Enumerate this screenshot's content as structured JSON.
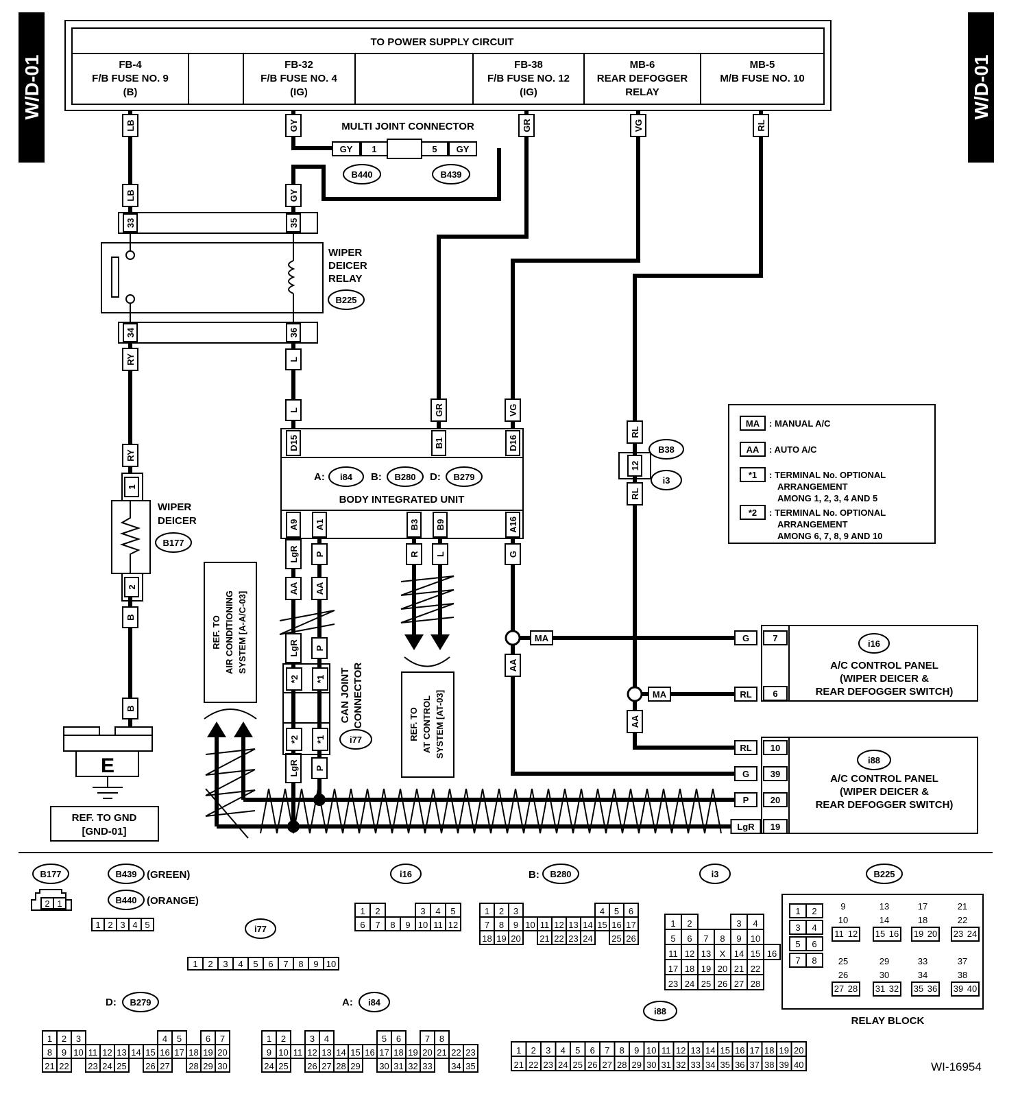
{
  "page_code": "W/D-01",
  "figure_id": "WI-16954",
  "power_supply": {
    "title": "TO POWER SUPPLY CIRCUIT",
    "fuses": [
      {
        "lines": [
          "FB-4",
          "F/B FUSE NO. 9",
          "(B)"
        ]
      },
      {
        "lines": [
          "FB-32",
          "F/B FUSE NO. 4",
          "(IG)"
        ]
      },
      {
        "lines": [
          "FB-38",
          "F/B FUSE NO. 12",
          "(IG)"
        ]
      },
      {
        "lines": [
          "MB-6",
          "REAR DEFOGGER",
          "RELAY"
        ]
      },
      {
        "lines": [
          "MB-5",
          "M/B FUSE NO. 10"
        ]
      }
    ]
  },
  "wire_labels": {
    "lb": "LB",
    "gy": "GY",
    "gr": "GR",
    "vg": "VG",
    "rl": "RL",
    "ry": "RY",
    "l": "L",
    "b": "B",
    "lgr": "LgR",
    "p": "P",
    "r": "R",
    "g": "G",
    "aa": "AA",
    "ma": "MA"
  },
  "terminals": {
    "t33": "33",
    "t35": "35",
    "t34": "34",
    "t36": "36",
    "d15": "D15",
    "b1": "B1",
    "d16": "D16",
    "a9": "A9",
    "a1": "A1",
    "b3": "B3",
    "b9": "B9",
    "a16": "A16",
    "p1": "1",
    "p2": "2",
    "p5": "5",
    "p12": "12",
    "star1": "*1",
    "star2": "*2",
    "i16_7": "7",
    "i16_6": "6",
    "i88_10": "10",
    "i88_39": "39",
    "i88_20": "20",
    "i88_19": "19"
  },
  "multi_joint": {
    "title": "MULTI JOINT CONNECTOR",
    "conn_a": "B440",
    "conn_b": "B439"
  },
  "wiper_relay": {
    "lines": [
      "WIPER",
      "DEICER",
      "RELAY"
    ],
    "connector": "B225"
  },
  "wiper_deicer": {
    "lines": [
      "WIPER",
      "DEICER"
    ],
    "connector": "B177"
  },
  "ground": {
    "symbol": "E",
    "ref_lines": [
      "REF. TO GND",
      "[GND-01]"
    ]
  },
  "body_unit": {
    "title": "BODY INTEGRATED UNIT",
    "prefix_a": "A:",
    "conn_a": "i84",
    "prefix_b": "B:",
    "conn_b": "B280",
    "prefix_d": "D:",
    "conn_d": "B279"
  },
  "inline_connector": {
    "conn_a": "B38",
    "conn_b": "i3"
  },
  "legend": [
    {
      "key": "MA",
      "text": [
        ": MANUAL  A/C"
      ]
    },
    {
      "key": "AA",
      "text": [
        ": AUTO A/C"
      ]
    },
    {
      "key": "*1",
      "text": [
        ": TERMINAL No. OPTIONAL",
        "ARRANGEMENT",
        "AMONG 1, 2, 3, 4 AND 5"
      ]
    },
    {
      "key": "*2",
      "text": [
        ": TERMINAL No. OPTIONAL",
        "ARRANGEMENT",
        "AMONG 6, 7, 8, 9 AND 10"
      ]
    }
  ],
  "ref_ac": [
    "REF. TO",
    "AIR CONDITIONING",
    "SYSTEM [A-A/C-03]"
  ],
  "ref_at": [
    "REF. TO",
    "AT CONTROL",
    "SYSTEM [AT-03]"
  ],
  "can_joint": {
    "lines": [
      "CAN JOINT",
      "CONNECTOR"
    ],
    "connector": "i77"
  },
  "panel_i16": {
    "connector": "i16",
    "lines": [
      "A/C CONTROL PANEL",
      "(WIPER DEICER &",
      "REAR DEFOGGER SWITCH)"
    ]
  },
  "panel_i88": {
    "connector": "i88",
    "lines": [
      "A/C CONTROL PANEL",
      "(WIPER DEICER &",
      "REAR DEFOGGER SWITCH)"
    ]
  },
  "connector_views": {
    "b177": {
      "label": "B177",
      "pins": [
        "2",
        "1"
      ]
    },
    "b439": {
      "label": "B439",
      "color": "(GREEN)"
    },
    "b440": {
      "label": "B440",
      "color": "(ORANGE)",
      "pins": [
        "1",
        "2",
        "3",
        "4",
        "5"
      ]
    },
    "i77": {
      "label": "i77",
      "pins": [
        "1",
        "2",
        "3",
        "4",
        "5",
        "6",
        "7",
        "8",
        "9",
        "10"
      ]
    },
    "i16": {
      "label": "i16",
      "rows": [
        [
          "1",
          "2",
          "",
          "",
          "3",
          "4",
          "5"
        ],
        [
          "6",
          "7",
          "8",
          "9",
          "10",
          "11",
          "12"
        ]
      ]
    },
    "b280": {
      "prefix": "B:",
      "label": "B280",
      "rows": [
        [
          "1",
          "2",
          "3",
          "",
          "",
          "",
          "",
          "",
          "4",
          "5",
          "6"
        ],
        [
          "7",
          "8",
          "9",
          "10",
          "11",
          "12",
          "13",
          "14",
          "15",
          "16",
          "17"
        ],
        [
          "18",
          "19",
          "20",
          "",
          "21",
          "22",
          "23",
          "24",
          "",
          "25",
          "26"
        ]
      ]
    },
    "i3": {
      "label": "i3",
      "rows": [
        [
          "1",
          "2",
          "",
          "",
          "3",
          "4"
        ],
        [
          "5",
          "6",
          "7",
          "8",
          "9",
          "10"
        ],
        [
          "11",
          "12",
          "13",
          "X",
          "14",
          "15",
          "16"
        ],
        [
          "17",
          "18",
          "19",
          "20",
          "21",
          "22"
        ],
        [
          "23",
          "24",
          "25",
          "26",
          "27",
          "28"
        ]
      ]
    },
    "b225": {
      "label": "B225",
      "title": "RELAY BLOCK",
      "groups": [
        [
          "1",
          "2"
        ],
        [
          "3",
          "4"
        ],
        [
          "5",
          "6"
        ],
        [
          "7",
          "8"
        ],
        [
          "9",
          "10",
          "11",
          "12"
        ],
        [
          "13",
          "14",
          "15",
          "16"
        ],
        [
          "17",
          "18",
          "19",
          "20"
        ],
        [
          "21",
          "22",
          "23",
          "24"
        ],
        [
          "25",
          "26",
          "27",
          "28"
        ],
        [
          "29",
          "30",
          "31",
          "32"
        ],
        [
          "33",
          "34",
          "35",
          "36"
        ],
        [
          "37",
          "38",
          "39",
          "40"
        ]
      ]
    },
    "b279": {
      "prefix": "D:",
      "label": "B279",
      "rows": [
        [
          "1",
          "2",
          "3",
          "",
          "",
          "",
          "",
          "",
          "4",
          "5",
          "",
          "6",
          "7"
        ],
        [
          "8",
          "9",
          "10",
          "11",
          "12",
          "13",
          "14",
          "15",
          "16",
          "17",
          "18",
          "19",
          "20"
        ],
        [
          "21",
          "22",
          "",
          "23",
          "24",
          "25",
          "",
          "26",
          "27",
          "",
          "28",
          "29",
          "30"
        ]
      ]
    },
    "i84": {
      "prefix": "A:",
      "label": "i84",
      "rows": [
        [
          "1",
          "2",
          "",
          "3",
          "4",
          "",
          "",
          "",
          "5",
          "6",
          "",
          "7",
          "8"
        ],
        [
          "9",
          "10",
          "11",
          "12",
          "13",
          "14",
          "15",
          "16",
          "17",
          "18",
          "19",
          "20",
          "21",
          "22",
          "23"
        ],
        [
          "24",
          "25",
          "",
          "26",
          "27",
          "28",
          "29",
          "",
          "30",
          "31",
          "32",
          "33",
          "",
          "34",
          "35"
        ]
      ]
    },
    "i88": {
      "label": "i88",
      "rows": [
        [
          "1",
          "2",
          "3",
          "4",
          "5",
          "6",
          "7",
          "8",
          "9",
          "10",
          "11",
          "12",
          "13",
          "14",
          "15",
          "16",
          "17",
          "18",
          "19",
          "20"
        ],
        [
          "21",
          "22",
          "23",
          "24",
          "25",
          "26",
          "27",
          "28",
          "29",
          "30",
          "31",
          "32",
          "33",
          "34",
          "35",
          "36",
          "37",
          "38",
          "39",
          "40"
        ]
      ]
    }
  },
  "colors": {
    "ink": "#000000",
    "paper": "#ffffff"
  }
}
